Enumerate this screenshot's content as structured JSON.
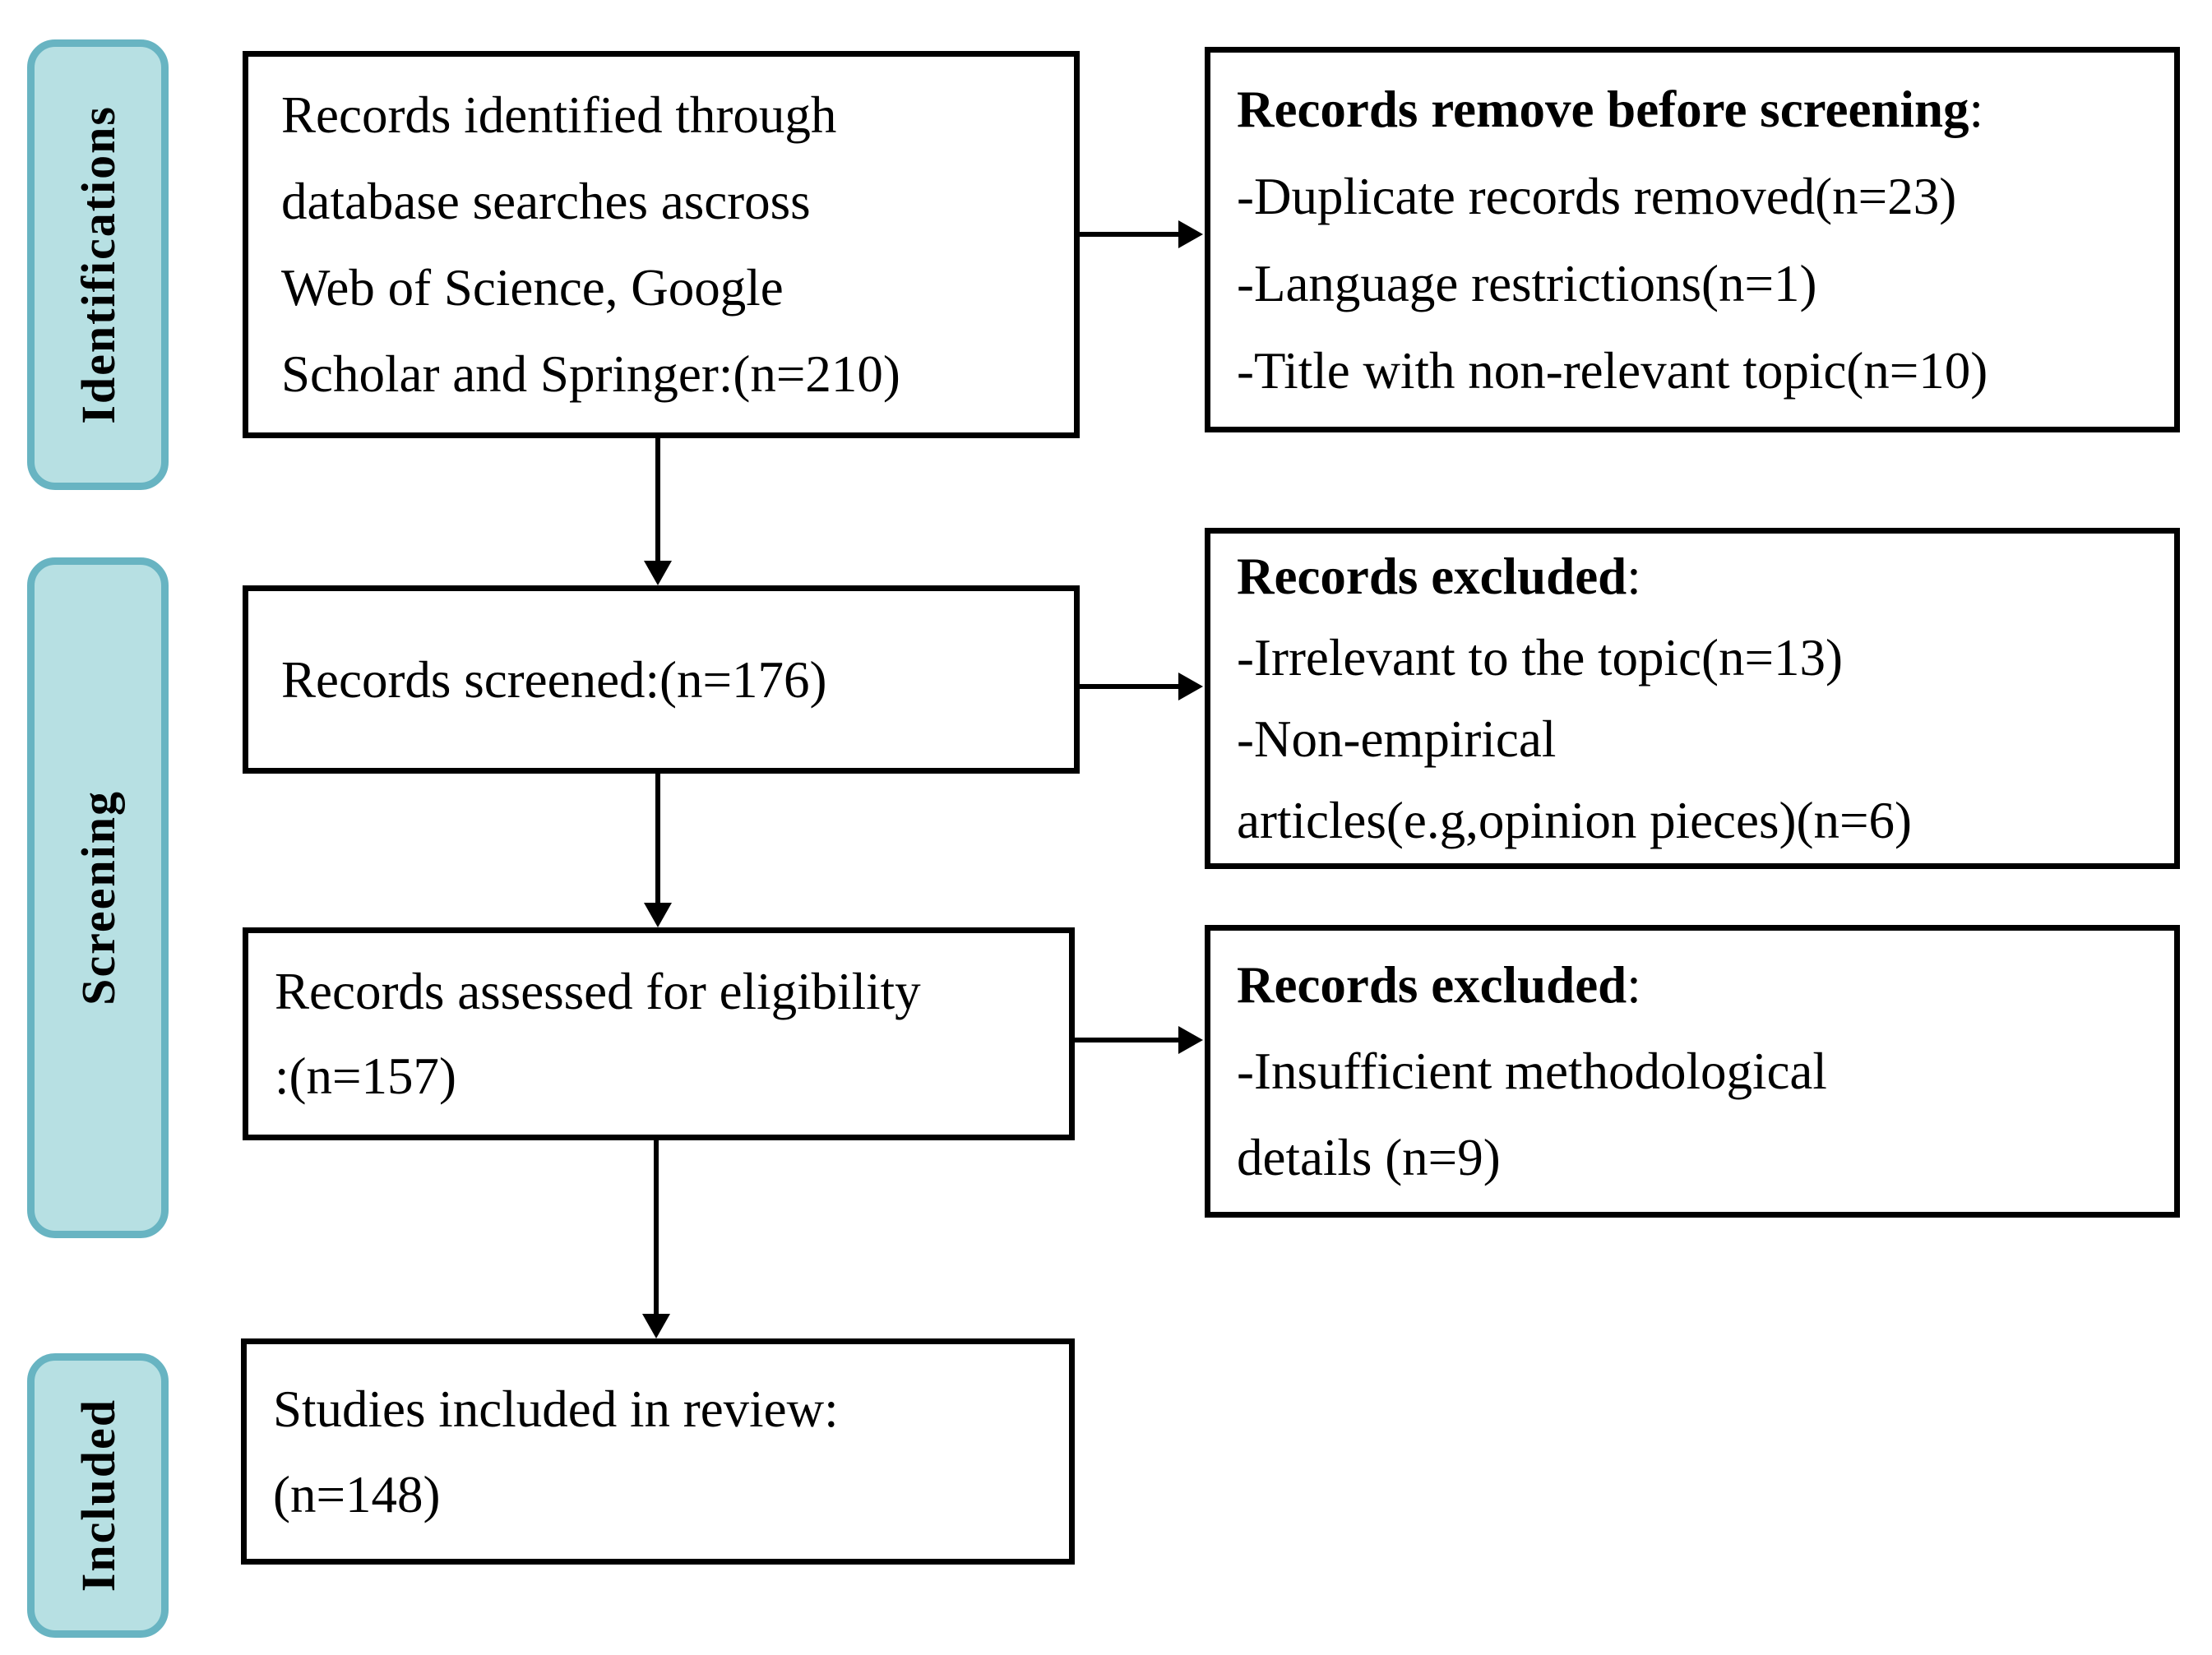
{
  "stages": [
    {
      "label": "Identifications"
    },
    {
      "label": "Screening"
    },
    {
      "label": "Included"
    }
  ],
  "flow_boxes": [
    {
      "lines": [
        "Records identified through",
        "database searches ascross",
        "Web of Science, Google",
        "Scholar and Springer:(n=210)"
      ]
    },
    {
      "lines": [
        "Records screened:(n=176)"
      ]
    },
    {
      "lines": [
        "Records assessed for eligibility",
        ":(n=157)"
      ]
    },
    {
      "lines": [
        "Studies included in review:",
        "(n=148)"
      ]
    }
  ],
  "exclusion_boxes": [
    {
      "title": "Records remove before screening",
      "colon": ":",
      "lines": [
        "-Duplicate records removed(n=23)",
        "-Language restrictions(n=1)",
        "-Title with non-relevant topic(n=10)"
      ]
    },
    {
      "title": "Records excluded",
      "colon": ":",
      "lines": [
        "-Irrelevant to the topic(n=13)",
        "-Non-empirical",
        "articles(e.g,opinion pieces)(n=6)"
      ]
    },
    {
      "title": "Records excluded",
      "colon": ":",
      "lines": [
        "-Insufficient methodological",
        "details (n=9)"
      ]
    }
  ],
  "colors": {
    "stage_fill": "#b7e0e3",
    "stage_border": "#68b4c2",
    "line": "#000000",
    "box_bg": "#ffffff"
  }
}
